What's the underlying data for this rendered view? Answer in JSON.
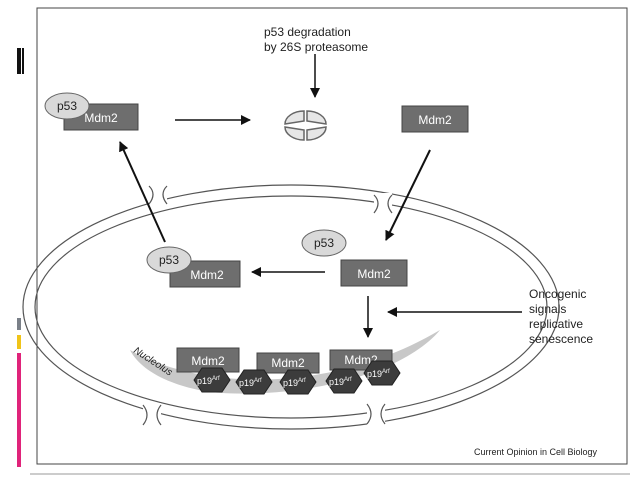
{
  "figure": {
    "credit": "Current Opinion in Cell Biology",
    "degradation_label": [
      "p53 degradation",
      "by 26S proteasome"
    ],
    "signals_label": [
      "Oncogenic",
      "signals",
      "replicative",
      "senescence"
    ],
    "nucleolus_label": "Nucleolus",
    "proteins": {
      "p53": "p53",
      "mdm2": "Mdm2",
      "p19arf_base": "p19",
      "p19arf_sup": "Arf"
    }
  },
  "colors": {
    "mdm2_box": "#6e6e6e",
    "p53_oval": "#d9d9d9",
    "p19arf_hex": "#3c3c3c",
    "nucleolus": "#c8c8c8",
    "accent_pink": "#e0237a",
    "accent_yellow": "#f0c419",
    "accent_gray": "#7a8088"
  }
}
